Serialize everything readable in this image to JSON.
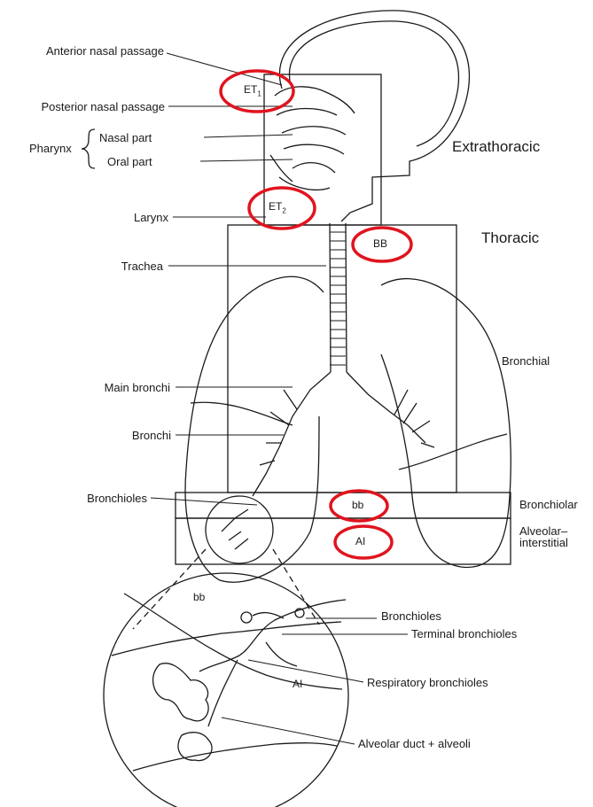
{
  "labels": {
    "anterior_nasal": "Anterior nasal passage",
    "posterior_nasal": "Posterior nasal passage",
    "pharynx": "Pharynx",
    "nasal_part": "Nasal part",
    "oral_part": "Oral part",
    "larynx": "Larynx",
    "trachea": "Trachea",
    "main_bronchi": "Main bronchi",
    "bronchi": "Bronchi",
    "bronchioles": "Bronchioles",
    "inset_bronchioles": "Bronchioles",
    "terminal_bronchioles": "Terminal bronchioles",
    "respiratory_bronchioles": "Respiratory bronchioles",
    "alveolar_duct": "Alveolar duct + alveoli"
  },
  "regions": {
    "extrathoracic": "Extrathoracic",
    "thoracic": "Thoracic",
    "bronchial": "Bronchial",
    "bronchiolar": "Bronchiolar",
    "alveolar_interstitial_1": "Alveolar–",
    "alveolar_interstitial_2": "interstitial"
  },
  "codes": {
    "et1": "ET",
    "et1_sub": "1",
    "et2": "ET",
    "et2_sub": "2",
    "bb_upper": "BB",
    "bb_lower": "bb",
    "ai": "AI",
    "inset_bb": "bb",
    "inset_ai": "AI"
  },
  "colors": {
    "highlight": "#e0141e",
    "line": "#1a1a1a"
  }
}
